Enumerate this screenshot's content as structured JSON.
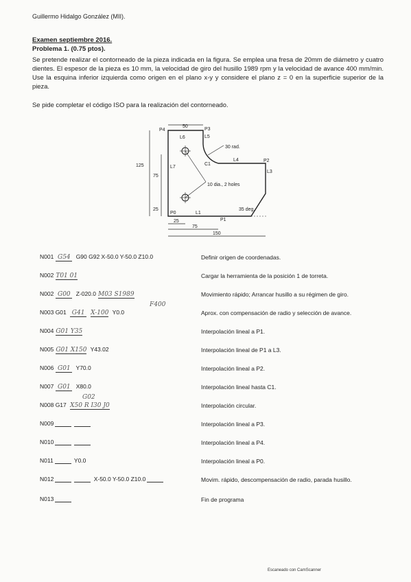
{
  "author": "Guillermo Hidalgo González (MII).",
  "exam_title": "Examen septiembre 2016.",
  "problem_title": "Problema 1. (0.75 ptos).",
  "paragraph": "Se pretende realizar el contorneado de la pieza indicada en la figura. Se emplea una fresa de 20mm de diámetro y cuatro dientes. El espesor de la pieza es 10 mm, la velocidad de giro del husillo 1989 rpm y la velocidad de avance 400 mm/min. Use la esquina inferior izquierda como origen en el plano x-y y considere el plano z = 0 en la superficie superior de la pieza.",
  "request": "Se pide completar el código ISO para la realización del contorneado.",
  "figure": {
    "dim_50": "50",
    "dim_125": "125",
    "dim_75v": "75",
    "dim_25v": "25",
    "dim_25h": "25",
    "dim_75h": "75",
    "dim_150": "150",
    "rad": "30 rad.",
    "holes": "10 dia., 2 holes",
    "angle": "35 deg.",
    "p0": "P0",
    "p1": "P1",
    "p2": "P2",
    "p3": "P3",
    "p4": "P4",
    "l1": "L1",
    "l3": "L3",
    "l4": "L4",
    "l5": "L5",
    "l6": "L6",
    "l7": "L7",
    "c1": "C1"
  },
  "rows": [
    {
      "num": "N001",
      "hw1": "G54",
      "pre": "",
      "code": " G90 G92 X-50.0 Y-50.0 Z10.0",
      "desc": "Definir origen de coordenadas."
    },
    {
      "num": "N002",
      "hw1": "T01 01",
      "pre": "",
      "code": "",
      "desc": "Cargar la herramienta de la posición 1 de torreta."
    },
    {
      "num": "N002",
      "hw1": "G00",
      "pre": "",
      "code": " Z-020.0",
      "hw2": "M03  S1989",
      "desc": "Movimiento rápido; Arrancar husillo a su régimen de giro."
    },
    {
      "num": "N003",
      "hw1": "G41",
      "pre": " G01 ",
      "code": " Y0.0",
      "hw2": "X-100",
      "hw3": "F400",
      "desc": "Aprox. con compensación de radio y selección de avance."
    },
    {
      "num": "N004",
      "hw1": "G01  Y35",
      "pre": "",
      "code": "",
      "desc": "Interpolación lineal a P1."
    },
    {
      "num": "N005",
      "hw1": "G01  X150",
      "pre": "",
      "code": " Y43.02",
      "desc": "Interpolación lineal de P1 a L3."
    },
    {
      "num": "N006",
      "hw1": "G01",
      "pre": "",
      "code": " Y70.0",
      "desc": "Interpolación lineal a P2."
    },
    {
      "num": "N007",
      "hw1": "G01",
      "pre": "",
      "code": " X80.0",
      "desc": "Interpolación lineal hasta C1."
    },
    {
      "num": "N008",
      "hw1": "X50  R  I30  J0",
      "pre": " G17 ",
      "code": "",
      "hw2": "G02",
      "desc": "Interpolación circular."
    },
    {
      "num": "N009",
      "pre": "",
      "code": "",
      "desc": "Interpolación lineal a P3."
    },
    {
      "num": "N010",
      "pre": "",
      "code": "",
      "desc": "Interpolación lineal a P4."
    },
    {
      "num": "N011",
      "pre": "",
      "code": " Y0.0",
      "desc": "Interpolación lineal a P0."
    },
    {
      "num": "N012",
      "pre": "",
      "code": " X-50.0 Y-50.0 Z10.0",
      "desc": "Movim. rápido, descompensación de radio, parada husillo."
    },
    {
      "num": "N013",
      "pre": "",
      "code": "",
      "desc": "Fin de programa"
    }
  ],
  "footer": "Escaneado con CamScanner"
}
